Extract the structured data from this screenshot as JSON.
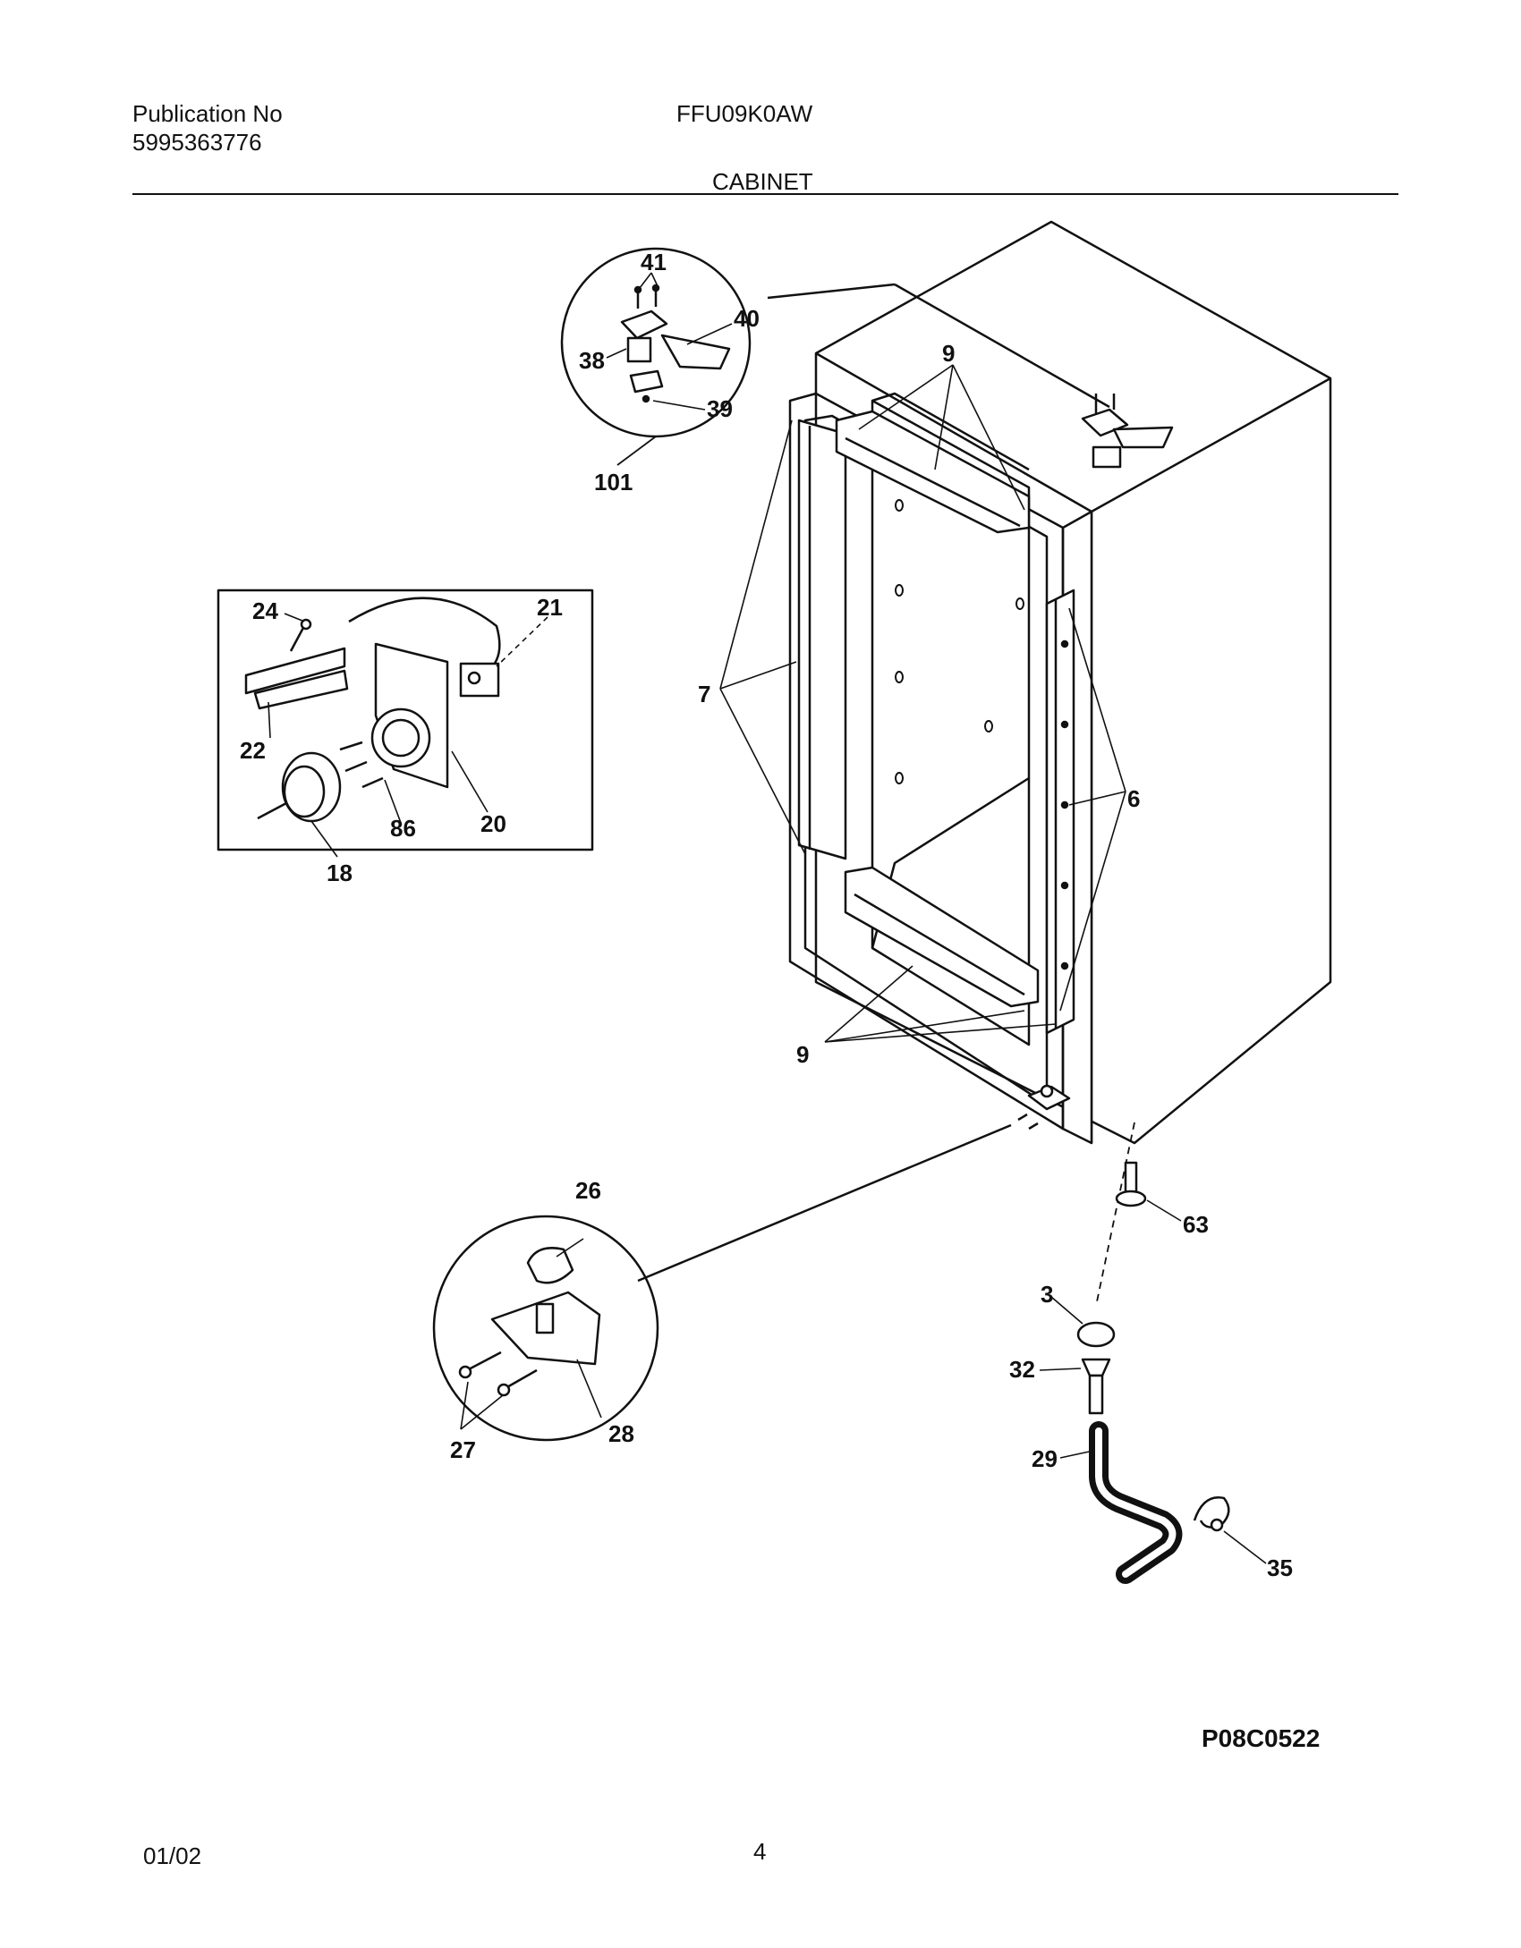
{
  "header": {
    "publication_label": "Publication No",
    "publication_number": "5995363776",
    "model": "FFU09K0AW",
    "section": "CABINET"
  },
  "footer": {
    "date": "01/02",
    "page": "4",
    "diagram_code": "P08C0522"
  },
  "callouts": {
    "c41": "41",
    "c40": "40",
    "c38": "38",
    "c39": "39",
    "c101": "101",
    "c9a": "9",
    "c7": "7",
    "c6": "6",
    "c9b": "9",
    "c24": "24",
    "c21": "21",
    "c22": "22",
    "c86": "86",
    "c20": "20",
    "c18": "18",
    "c26": "26",
    "c27": "27",
    "c28": "28",
    "c63": "63",
    "c3": "3",
    "c32": "32",
    "c29": "29",
    "c35": "35"
  }
}
